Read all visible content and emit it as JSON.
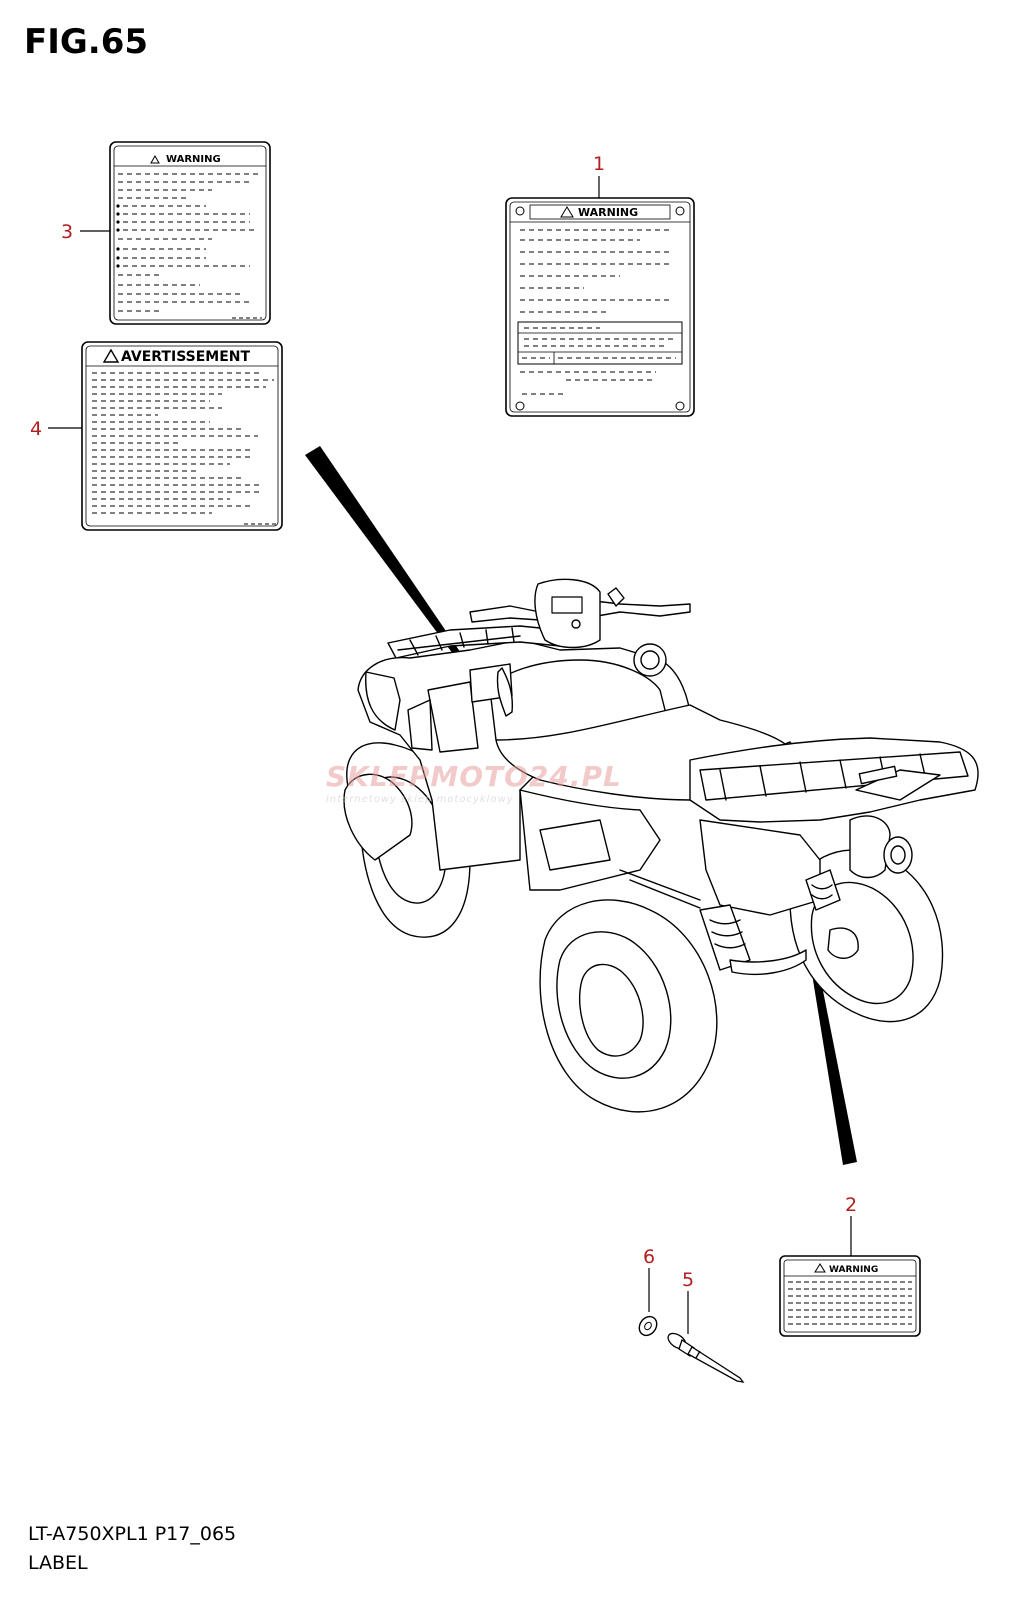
{
  "figure": {
    "title": "FIG.65",
    "model_code": "LT-A750XPL1 P17_065",
    "section_name": "LABEL"
  },
  "labels": {
    "warning_text": "WARNING",
    "avertissement_text": "AVERTISSEMENT"
  },
  "callouts": [
    "1",
    "2",
    "3",
    "4",
    "5",
    "6"
  ],
  "watermark": {
    "brand": "SKLEPMOTO24.PL",
    "tagline": "internetowy sklep motocyklowy"
  },
  "colors": {
    "line": "#000000",
    "callout": "#b02020",
    "watermark": "#e8a0a0"
  }
}
